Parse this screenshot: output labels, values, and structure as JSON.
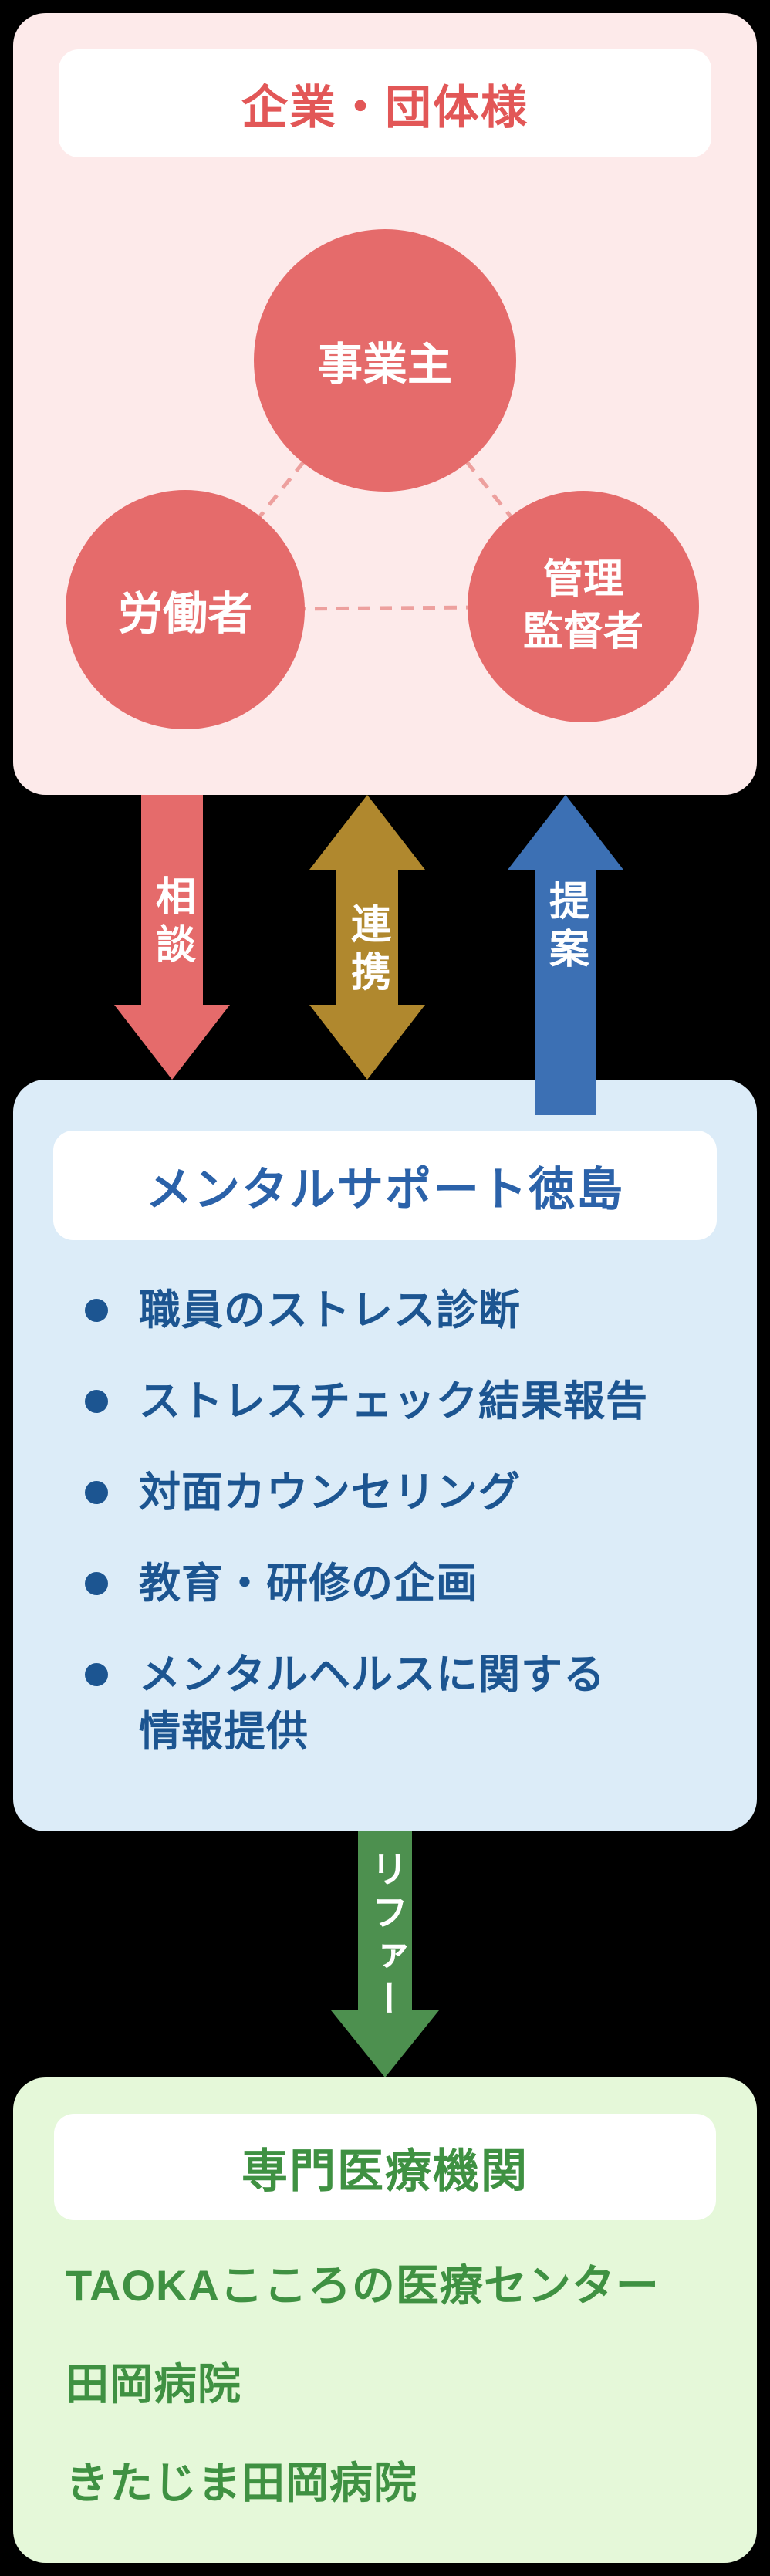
{
  "colors": {
    "pink_bg": "#fdeaea",
    "red": "#e56b6b",
    "red_text": "#e25757",
    "gold": "#b0882e",
    "blue_arrow": "#3c70b4",
    "blue_bg": "#dcecf8",
    "blue_title": "#2b62a9",
    "item_blue": "#1c5591",
    "green_arrow": "#4d904f",
    "green_bg": "#e5f8d9",
    "green_text": "#3f9142",
    "page_bg": "#000000"
  },
  "top_section": {
    "title": "企業・団体様",
    "circles": [
      {
        "id": "business-owner",
        "label": "事業主"
      },
      {
        "id": "workers",
        "label": "労働者"
      },
      {
        "id": "supervisors",
        "label": "管理\n監督者"
      }
    ]
  },
  "arrows": {
    "consult": {
      "label": "相談",
      "direction": "down",
      "color": "#e56b6b"
    },
    "collaborate": {
      "label": "連携",
      "direction": "both",
      "color": "#b0882e"
    },
    "propose": {
      "label": "提案",
      "direction": "up",
      "color": "#3c70b4"
    },
    "refer": {
      "label": "リファー",
      "direction": "down",
      "color": "#4d904f"
    }
  },
  "middle_section": {
    "title": "メンタルサポート徳島",
    "items": [
      "職員のストレス診断",
      "ストレスチェック結果報告",
      "対面カウンセリング",
      "教育・研修の企画",
      "メンタルヘルスに関する\n情報提供"
    ]
  },
  "bottom_section": {
    "title": "専門医療機関",
    "items": [
      "TAOKAこころの医療センター",
      "田岡病院",
      "きたじま田岡病院"
    ]
  }
}
